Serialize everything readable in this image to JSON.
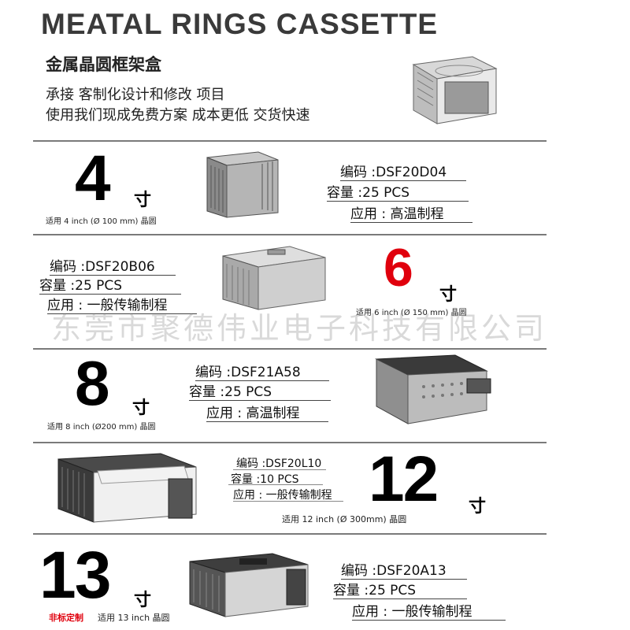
{
  "header": {
    "title": "MEATAL RINGS CASSETTE",
    "subtitle_cn": "金属晶圆框架盒",
    "line1": "承接 客制化设计和修改 项目",
    "line2": "使用我们现成免费方案 成本更低 交货快速"
  },
  "products": [
    {
      "size": "4",
      "unit": "寸",
      "note": "适用 4 inch (Ø 100 mm) 晶圆",
      "code": "编码 :DSF20D04",
      "capacity": "容量 :25 PCS",
      "usage": "应用 : 高温制程"
    },
    {
      "size": "6",
      "unit": "寸",
      "note": "适用 6 inch (Ø 150 mm) 晶圆",
      "code": "编码 :DSF20B06",
      "capacity": "容量 :25 PCS",
      "usage": "应用 : 一般传输制程"
    },
    {
      "size": "8",
      "unit": "寸",
      "note": "适用 8 inch (Ø200 mm) 晶圆",
      "code": "编码 :DSF21A58",
      "capacity": "容量 :25 PCS",
      "usage": "应用 : 高温制程"
    },
    {
      "size": "12",
      "unit": "寸",
      "note": "适用 12 inch (Ø 300mm) 晶圆",
      "code": "编码 :DSF20L10",
      "capacity": "容量 :10 PCS",
      "usage": "应用 : 一般传输制程"
    },
    {
      "size": "13",
      "unit": "寸",
      "note_red": "非标定制",
      "note": "适用 13 inch 晶圆",
      "code": "编码 :DSF20A13",
      "capacity": "容量 :25 PCS",
      "usage": "应用 : 一般传输制程"
    }
  ],
  "watermark": "东莞市聚德伟业电子科技有限公司",
  "colors": {
    "accent_red": "#e0000d",
    "text": "#1a1a1a",
    "metal": "#9a9a9a"
  }
}
